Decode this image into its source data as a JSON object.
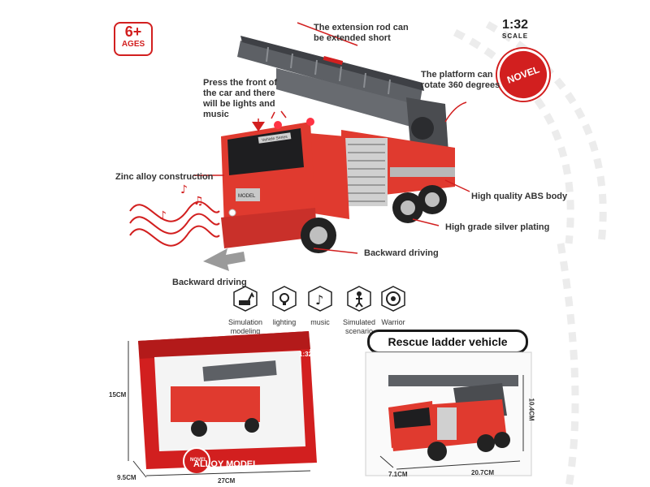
{
  "age_badge": {
    "value": "6+",
    "label": "AGES"
  },
  "scale": {
    "value": "1:32",
    "label": "SCALE"
  },
  "novel_badge": "NOVEL",
  "annotations": {
    "extension_rod": "The extension rod can be extended short",
    "platform_rotate": "The platform can rotate 360 degrees",
    "press_front": "Press the front of the car and there will be lights and music",
    "zinc_alloy": "Zinc alloy construction",
    "abs_body": "High quality ABS body",
    "silver_plating": "High grade silver plating",
    "backward_driving_right": "Backward driving",
    "backward_driving_left": "Backward driving"
  },
  "features": [
    {
      "icon": "excavator-icon",
      "label": "Simulation modeling"
    },
    {
      "icon": "light-bulb-icon",
      "label": "lighting"
    },
    {
      "icon": "music-note-icon",
      "label": "music"
    },
    {
      "icon": "worker-icon",
      "label": "Simulated scenario"
    },
    {
      "icon": "warrior-icon",
      "label": "Warrior"
    }
  ],
  "title_banner": "Rescue ladder vehicle",
  "box": {
    "brand_text": "ALLOY MODEL",
    "novel_text": "NOVEL",
    "box_scale": "1:32",
    "height_label": "15CM",
    "depth_label": "9.5CM",
    "width_label": "27CM"
  },
  "vehicle_dims": {
    "height": "10.4CM",
    "width": "7.1CM",
    "length": "20.7CM"
  },
  "truck_text": {
    "cab_plate": "Vehicle Series",
    "grille": "MODEL"
  },
  "colors": {
    "red": "#d21f1f",
    "truck_red": "#e03a2f",
    "ladder_gray": "#5d6065",
    "dark": "#1a1a1a"
  }
}
